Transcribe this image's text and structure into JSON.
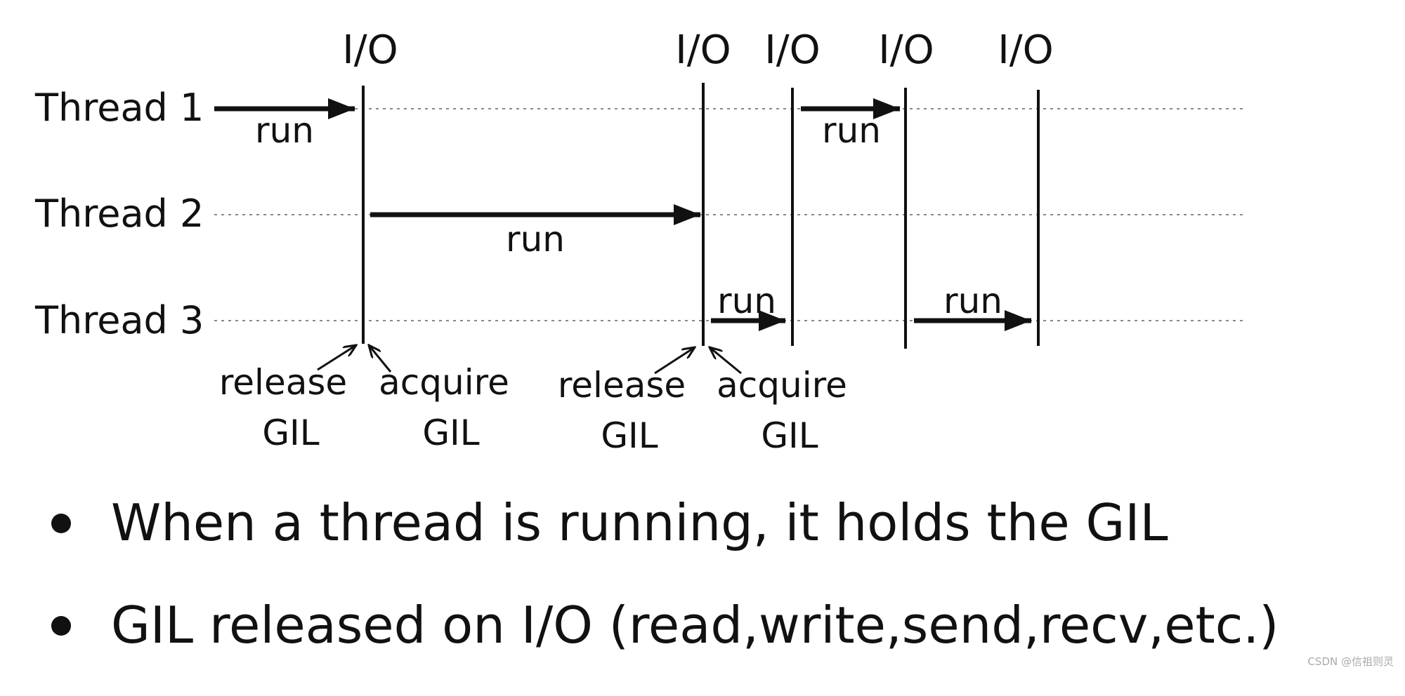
{
  "diagram": {
    "io_markers": [
      "I/O",
      "I/O",
      "I/O",
      "I/O",
      "I/O"
    ],
    "threads": [
      "Thread 1",
      "Thread 2",
      "Thread 3"
    ],
    "run_label": "run",
    "gil_events": [
      {
        "line1": "release",
        "line2": "GIL"
      },
      {
        "line1": "acquire",
        "line2": "GIL"
      },
      {
        "line1": "release",
        "line2": "GIL"
      },
      {
        "line1": "acquire",
        "line2": "GIL"
      }
    ]
  },
  "bullets": [
    "When a thread is running, it holds the GIL",
    "GIL released on I/O (read,write,send,recv,etc.)"
  ],
  "watermark": "CSDN @信祖则灵",
  "colors": {
    "ink": "#111111",
    "dotted": "#888888",
    "watermark": "#aaaaaa"
  }
}
